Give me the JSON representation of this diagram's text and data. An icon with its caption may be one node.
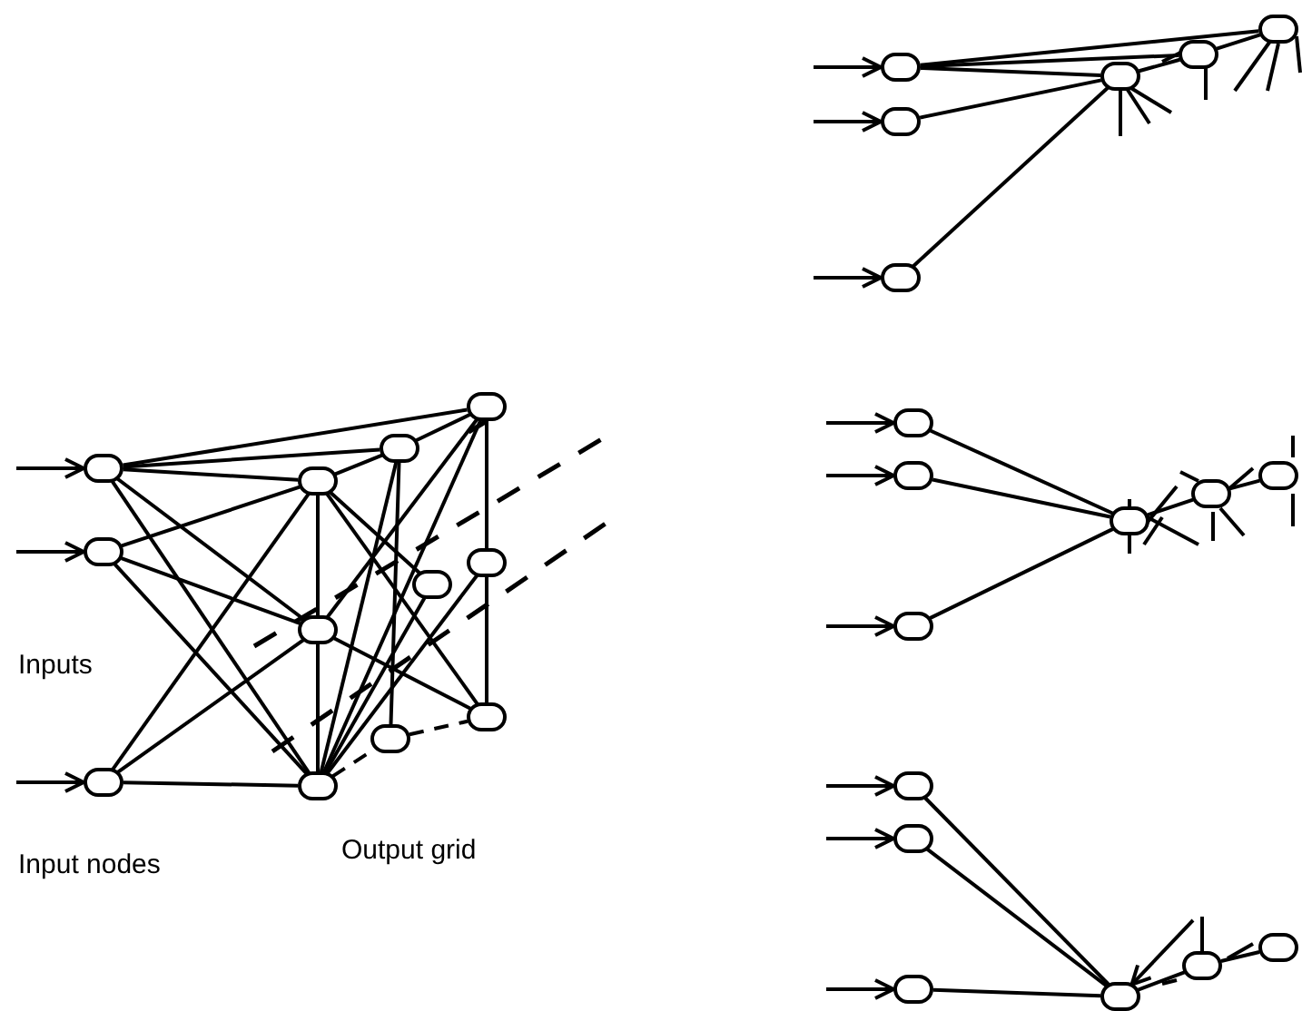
{
  "diagram": {
    "nodes": [
      {
        "text": [],
        "shape": "circle"
      },
      {
        "text": [],
        "shape": "circle"
      },
      {
        "text": [],
        "shape": "circle"
      },
      {
        "text": [],
        "shape": "circle"
      },
      {
        "text": [],
        "shape": "circle"
      },
      {
        "text": [],
        "shape": "circle"
      },
      {
        "text": [],
        "shape": "circle"
      },
      {
        "text": [],
        "shape": "circle"
      },
      {
        "text": [],
        "shape": "circle"
      },
      {
        "text": [],
        "shape": "circle"
      },
      {
        "text": [],
        "shape": "circle"
      },
      {
        "text": [],
        "shape": "circle"
      },
      {
        "text": [],
        "shape": "circle"
      },
      {
        "text": [],
        "shape": "circle"
      },
      {
        "text": [],
        "shape": "circle"
      },
      {
        "text": [],
        "shape": "circle"
      },
      {
        "text": [],
        "shape": "circle"
      },
      {
        "text": [],
        "shape": "circle"
      },
      {
        "text": [],
        "shape": "circle"
      },
      {
        "text": [],
        "shape": "circle"
      },
      {
        "text": [],
        "shape": "circle"
      },
      {
        "text": [],
        "shape": "circle"
      },
      {
        "text": [],
        "shape": "circle"
      },
      {
        "text": [],
        "shape": "circle"
      },
      {
        "text": [],
        "shape": "circle"
      },
      {
        "text": [],
        "shape": "circle"
      },
      {
        "text": [],
        "shape": "circle"
      },
      {
        "text": [],
        "shape": "circle"
      },
      {
        "text": [],
        "shape": "circle"
      },
      {
        "text": [],
        "shape": "circle"
      }
    ],
    "edges": [
      {
        "from": null,
        "to": 0,
        "arrow": "to"
      },
      {
        "from": null,
        "to": 1,
        "arrow": "to"
      },
      {
        "from": null,
        "to": 2,
        "arrow": "to"
      },
      {
        "from": null,
        "to": 12,
        "arrow": "to"
      },
      {
        "from": null,
        "to": 13,
        "arrow": "to"
      },
      {
        "from": null,
        "to": 14,
        "arrow": "to"
      },
      {
        "from": null,
        "to": 18,
        "arrow": "to"
      },
      {
        "from": null,
        "to": 19,
        "arrow": "to"
      },
      {
        "from": null,
        "to": 20,
        "arrow": "to"
      },
      {
        "from": null,
        "to": 24,
        "arrow": "to"
      },
      {
        "from": null,
        "to": 25,
        "arrow": "to"
      },
      {
        "from": null,
        "to": 26,
        "arrow": "to"
      },
      {
        "from": 0,
        "to": 3,
        "arrow": "none"
      },
      {
        "from": 0,
        "to": 6,
        "arrow": "none"
      },
      {
        "from": 0,
        "to": 9,
        "arrow": "none"
      },
      {
        "from": 0,
        "to": 4,
        "arrow": "none"
      },
      {
        "from": 0,
        "to": 5,
        "arrow": "none"
      },
      {
        "from": 1,
        "to": 3,
        "arrow": "none"
      },
      {
        "from": 1,
        "to": 6,
        "arrow": "none"
      },
      {
        "from": 1,
        "to": 9,
        "arrow": "none"
      },
      {
        "from": 2,
        "to": 3,
        "arrow": "none"
      },
      {
        "from": 2,
        "to": 6,
        "arrow": "none"
      },
      {
        "from": 2,
        "to": 9,
        "arrow": "none"
      },
      {
        "from": 3,
        "to": 6,
        "arrow": "none"
      },
      {
        "from": 6,
        "to": 9,
        "arrow": "none"
      },
      {
        "from": 5,
        "to": 8,
        "arrow": "none"
      },
      {
        "from": 8,
        "to": 11,
        "arrow": "none"
      },
      {
        "from": 3,
        "to": 4,
        "arrow": "none"
      },
      {
        "from": 4,
        "to": 5,
        "arrow": "none"
      },
      {
        "from": 9,
        "to": 10,
        "arrow": "none",
        "style": "dashed"
      },
      {
        "from": 10,
        "to": 11,
        "arrow": "none",
        "style": "dashed"
      },
      {
        "from": 3,
        "to": 7,
        "arrow": "none"
      },
      {
        "from": 3,
        "to": 11,
        "arrow": "none"
      },
      {
        "from": 6,
        "to": 5,
        "arrow": "none"
      },
      {
        "from": 6,
        "to": 11,
        "arrow": "none"
      },
      {
        "from": 9,
        "to": 4,
        "arrow": "none"
      },
      {
        "from": 9,
        "to": 5,
        "arrow": "none"
      },
      {
        "from": 9,
        "to": 7,
        "arrow": "none"
      },
      {
        "from": 9,
        "to": 8,
        "arrow": "none"
      },
      {
        "from": 4,
        "to": 10,
        "arrow": "none"
      },
      {
        "from": 12,
        "to": 15,
        "arrow": "none"
      },
      {
        "from": 12,
        "to": 16,
        "arrow": "none"
      },
      {
        "from": 12,
        "to": 17,
        "arrow": "none"
      },
      {
        "from": 13,
        "to": 15,
        "arrow": "none"
      },
      {
        "from": 14,
        "to": 15,
        "arrow": "none"
      },
      {
        "from": 15,
        "to": 16,
        "arrow": "none"
      },
      {
        "from": 16,
        "to": 17,
        "arrow": "none"
      },
      {
        "from": 18,
        "to": 21,
        "arrow": "none"
      },
      {
        "from": 19,
        "to": 21,
        "arrow": "none"
      },
      {
        "from": 20,
        "to": 21,
        "arrow": "none"
      },
      {
        "from": 21,
        "to": 22,
        "arrow": "none"
      },
      {
        "from": 22,
        "to": 23,
        "arrow": "none"
      },
      {
        "from": 24,
        "to": 27,
        "arrow": "none"
      },
      {
        "from": 25,
        "to": 27,
        "arrow": "none"
      },
      {
        "from": 26,
        "to": 27,
        "arrow": "none"
      },
      {
        "from": 27,
        "to": 28,
        "arrow": "none"
      },
      {
        "from": 28,
        "to": 29,
        "arrow": "none"
      },
      {
        "from": null,
        "to": 27,
        "arrow": "to"
      }
    ],
    "labels": [
      "Inputs",
      "Input nodes",
      "Output grid"
    ]
  }
}
